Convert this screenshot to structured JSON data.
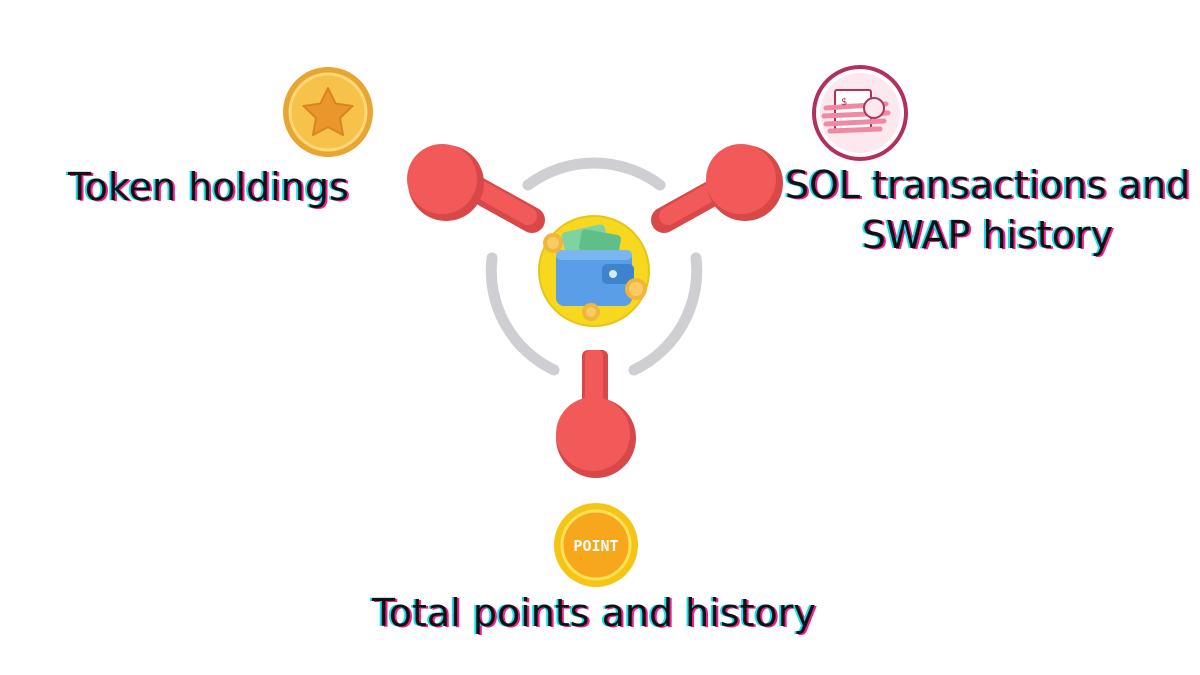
{
  "labels": {
    "token_holdings": "Token holdings",
    "sol_line1": "SOL transactions and",
    "sol_line2": "SWAP history",
    "total_points": "Total points and history"
  },
  "badges": {
    "point_coin": "POINT"
  },
  "icons": {
    "top_left": "star-coin-icon",
    "top_right": "receipt-icon",
    "bottom": "point-coin-icon",
    "center": "wallet-icon"
  },
  "colors": {
    "pin_red": "#f25a5a",
    "ring_gray": "#cfcfd3",
    "wallet_blue": "#5a9ee8",
    "center_yellow": "#f7d81f",
    "coin_gold": "#f2b53a",
    "receipt_border": "#b3305c"
  }
}
